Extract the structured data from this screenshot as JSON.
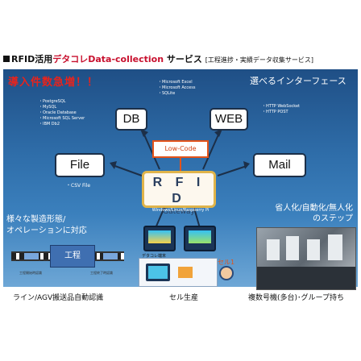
{
  "title": {
    "prefix": "RFID活用",
    "accent": "デタコレ",
    "product": "Data-collection",
    "service": " サービス ",
    "subtitle": "[工程進捗・実績データ収集サービス]"
  },
  "promo_text": "導入件数急増！！",
  "interfaces_label": "選べるインターフェース",
  "db": {
    "label": "DB",
    "list": "・PostgreSQL\n・MySQL\n・Oracle Database\n・Microsoft SQL Server\n・IBM Db2"
  },
  "web": {
    "label": "WEB",
    "list_top": "・Microsoft Excel\n・Microsoft Access\n・SQLite",
    "list_right": "・HTTP WebSocket\n・HTTP POST"
  },
  "file": {
    "label": "File",
    "note": "・CSV File"
  },
  "mail": {
    "label": "Mail"
  },
  "low_code": "Low-Code",
  "gateway": {
    "title": "R F I D",
    "subtitle": "Gateway",
    "os": "Windows/Linux/Raspberry Pi"
  },
  "left_text": "様々な製造形態/\nオペレーションに対応",
  "right_text": "省人化/自動化/無人化\nのステップ",
  "line_label": "工程",
  "terminal_label": "デタコレ端末",
  "cell_tag": "セル1",
  "captions": {
    "left": "ライン/AGV搬送品自動認識",
    "center": "セル生産",
    "right": "複数号機(多台)･グループ持ち"
  },
  "small_labels": [
    "工程開始時認識",
    "工程終了時認識"
  ],
  "colors": {
    "accent_red": "#e8231c",
    "panel_blue": "#1f4f86",
    "gateway_gold": "#e0b44a",
    "lowcode_orange": "#e3531a"
  }
}
